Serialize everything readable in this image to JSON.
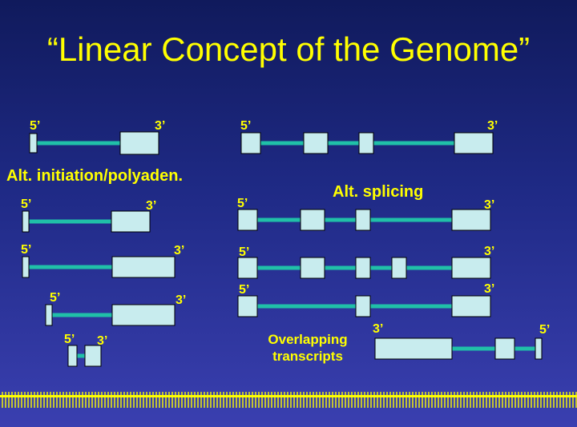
{
  "slide": {
    "title": "“Linear Concept of the Genome”",
    "sections": {
      "alt_initiation": "Alt. initiation/polyaden.",
      "alt_splicing": "Alt. splicing",
      "overlapping_line1": "Overlapping",
      "overlapping_line2": "transcripts"
    },
    "end_labels": {
      "five_prime": "5’",
      "three_prime": "3’"
    },
    "colors": {
      "exon_fill": "#c8ecee",
      "exon_stroke": "#000000",
      "intron": "#20c0a8",
      "text": "#ffff00",
      "ruler": "#ffff00"
    }
  }
}
